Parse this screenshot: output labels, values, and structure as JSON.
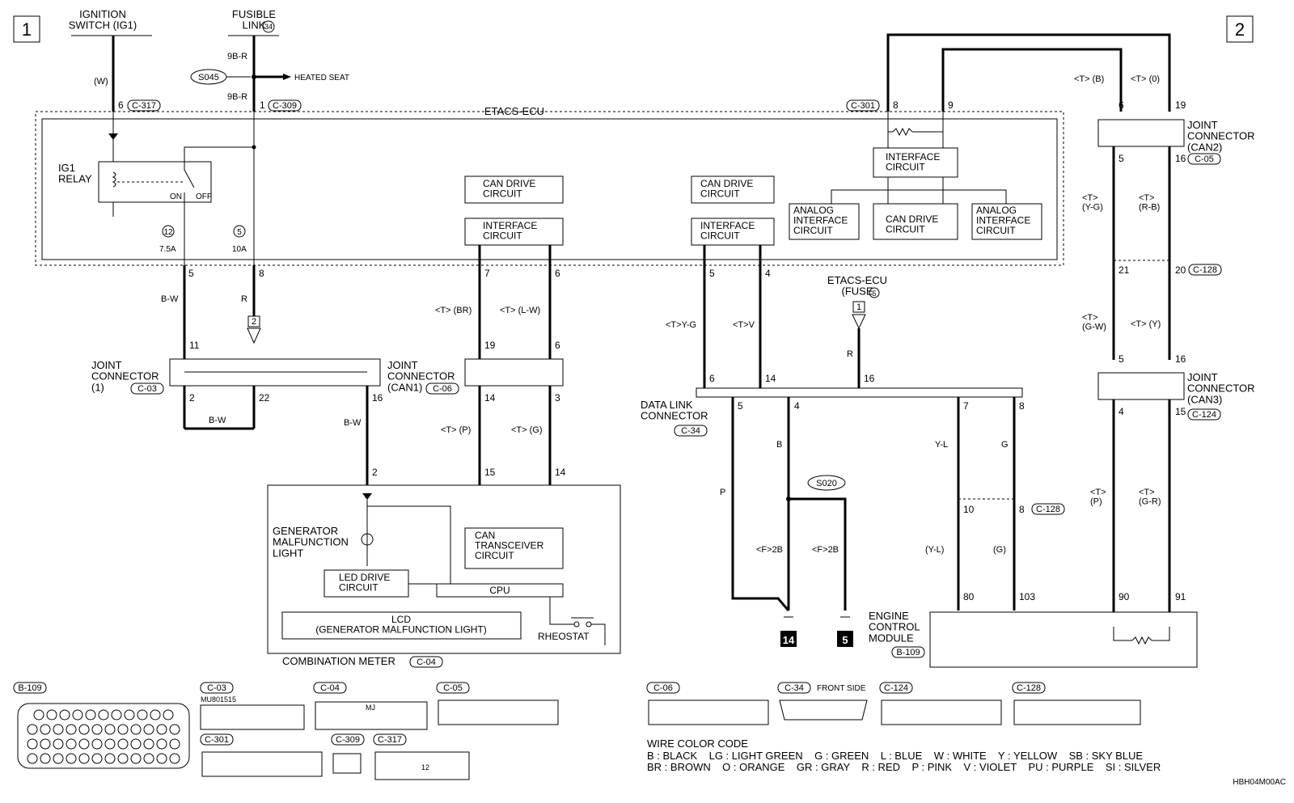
{
  "page": {
    "num_left": "1",
    "num_right": "2",
    "drawing_code": "HBH04M00AC"
  },
  "ecu": {
    "title": "ETACS-ECU",
    "ig1_relay": "IG1\nRELAY",
    "relay_on": "ON",
    "relay_off": "OFF",
    "fuse12_num": "12",
    "fuse12_rating": "7.5A",
    "fuse5_num": "5",
    "fuse5_rating": "10A",
    "can_drive_1": "CAN DRIVE\nCIRCUIT",
    "interface_1": "INTERFACE\nCIRCUIT",
    "can_drive_2": "CAN DRIVE\nCIRCUIT",
    "interface_2": "INTERFACE\nCIRCUIT",
    "interface_3": "INTERFACE\nCIRCUIT",
    "analog_1": "ANALOG\nINTERFACE\nCIRCUIT",
    "can_drive_3": "CAN DRIVE\nCIRCUIT",
    "analog_2": "ANALOG\nINTERFACE\nCIRCUIT"
  },
  "top": {
    "ignition": "IGNITION\nSWITCH (IG1)",
    "fusible": "FUSIBLE\nLINK",
    "fusible_num": "34",
    "wire_w": "(W)",
    "pin_6": "6",
    "c317": "C-317",
    "wire_9br_a": "9B-R",
    "wire_9br_b": "9B-R",
    "s045": "S045",
    "heated_seat": "HEATED SEAT",
    "pin_1": "1",
    "c309": "C-309",
    "c301": "C-301",
    "pin_8": "8",
    "pin_9": "9"
  },
  "left": {
    "pin_5": "5",
    "pin_8": "8",
    "wire_bw": "B-W",
    "wire_r": "R",
    "arrow_2": "2",
    "pin_11": "11",
    "jc1": "JOINT\nCONNECTOR\n(1)",
    "c03": "C-03",
    "pin_2": "2",
    "pin_22": "22",
    "pin_16": "16",
    "wire_bw_b": "B-W",
    "wire_bw_c": "B-W"
  },
  "can1": {
    "pin_7": "7",
    "pin_6": "6",
    "w_br": "<T> (BR)",
    "w_lw": "<T> (L-W)",
    "pin_19": "19",
    "pin_6b": "6",
    "jc": "JOINT\nCONNECTOR\n(CAN1)",
    "c06": "C-06",
    "pin_14": "14",
    "pin_3": "3",
    "w_p": "<T> (P)",
    "w_g": "<T> (G)",
    "pin_15": "15",
    "pin_14b": "14"
  },
  "meter": {
    "pin_2": "2",
    "gen_light": "GENERATOR\nMALFUNCTION\nLIGHT",
    "led_drive": "LED DRIVE\nCIRCUIT",
    "can_trans": "CAN\nTRANSCEIVER\nCIRCUIT",
    "cpu": "CPU",
    "lcd": "LCD\n(GENERATOR MALFUNCTION LIGHT)",
    "rheostat": "RHEOSTAT",
    "title": "COMBINATION METER",
    "c04": "C-04"
  },
  "dlc": {
    "pin_5": "5",
    "pin_4": "4",
    "w_yg": "<T>Y-G",
    "w_v": "<T>V",
    "etacs_fuse": "ETACS-ECU\n(FUSE",
    "etacs_fuse_num": "5",
    "arrow_1": "1",
    "wire_r": "R",
    "pin_6": "6",
    "pin_14": "14",
    "pin_16": "16",
    "title": "DATA LINK\nCONNECTOR",
    "c34": "C-34",
    "pin_5b": "5",
    "pin_4b": "4",
    "pin_7": "7",
    "pin_8": "8",
    "wire_b": "B",
    "wire_p": "P",
    "wire_yl": "Y-L",
    "wire_g": "G",
    "s020": "S020",
    "f2b_a": "<F>2B",
    "f2b_b": "<F>2B",
    "gnd_14": "14",
    "gnd_5": "5",
    "pin_10": "10",
    "pin_8b": "8",
    "c128": "C-128",
    "w_yl": "(Y-L)",
    "w_g": "(G)",
    "pin_80": "80",
    "pin_103": "103"
  },
  "right": {
    "w_tb": "<T> (B)",
    "w_t0": "<T> (0)",
    "pin_6": "6",
    "pin_19": "19",
    "jc2": "JOINT\nCONNECTOR\n(CAN2)",
    "pin_5": "5",
    "pin_16": "16",
    "c05": "C-05",
    "w_yg": "<T>\n(Y-G)",
    "w_rb": "<T>\n(R-B)",
    "pin_21": "21",
    "pin_20": "20",
    "c128": "C-128",
    "w_gw": "<T>\n(G-W)",
    "w_y": "<T> (Y)",
    "pin_5b": "5",
    "pin_16b": "16",
    "jc3": "JOINT\nCONNECTOR\n(CAN3)",
    "pin_4": "4",
    "pin_15": "15",
    "c124": "C-124",
    "w_p": "<T>\n(P)",
    "w_gr": "<T>\n(G-R)",
    "pin_90": "90",
    "pin_91": "91",
    "ecm": "ENGINE\nCONTROL\nMODULE",
    "b109": "B-109"
  },
  "legend": {
    "b109": "B-109",
    "c03": "C-03",
    "mu": "MU801515",
    "c04": "C-04",
    "c04_mj": "MJ",
    "c05": "C-05",
    "c301": "C-301",
    "c309": "C-309",
    "c317": "C-317",
    "c317_mid": "12",
    "c06": "C-06",
    "c34": "C-34",
    "front_side": "FRONT SIDE",
    "c124": "C-124",
    "c128": "C-128",
    "wire_title": "WIRE COLOR CODE",
    "wire_line1": "B : BLACK    LG : LIGHT GREEN    G : GREEN    L : BLUE    W : WHITE    Y : YELLOW    SB : SKY BLUE",
    "wire_line2": "BR : BROWN    O : ORANGE    GR : GRAY    R : RED    P : PINK    V : VIOLET    PU : PURPLE    SI : SILVER"
  }
}
